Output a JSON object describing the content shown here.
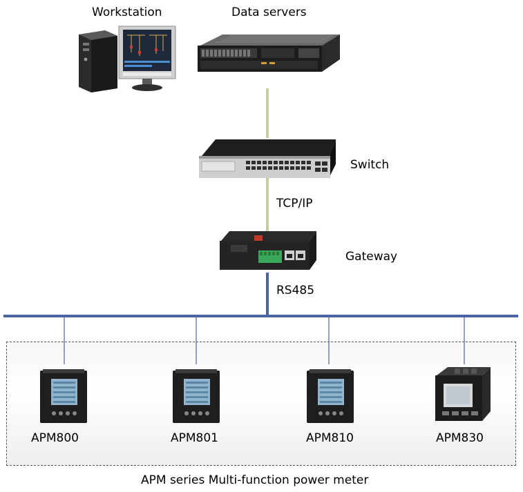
{
  "labels": {
    "workstation": "Workstation",
    "data_servers": "Data servers",
    "switch": "Switch",
    "tcpip": "TCP/IP",
    "gateway": "Gateway",
    "rs485": "RS485",
    "footer": "APM series Multi-function power meter"
  },
  "meters": [
    {
      "label": "APM800"
    },
    {
      "label": "APM801"
    },
    {
      "label": "APM810"
    },
    {
      "label": "APM830"
    }
  ],
  "colors": {
    "ethernet_line": "#c5cf9b",
    "bus_line": "#4a64a5",
    "drop_line": "#5a6e9e"
  }
}
